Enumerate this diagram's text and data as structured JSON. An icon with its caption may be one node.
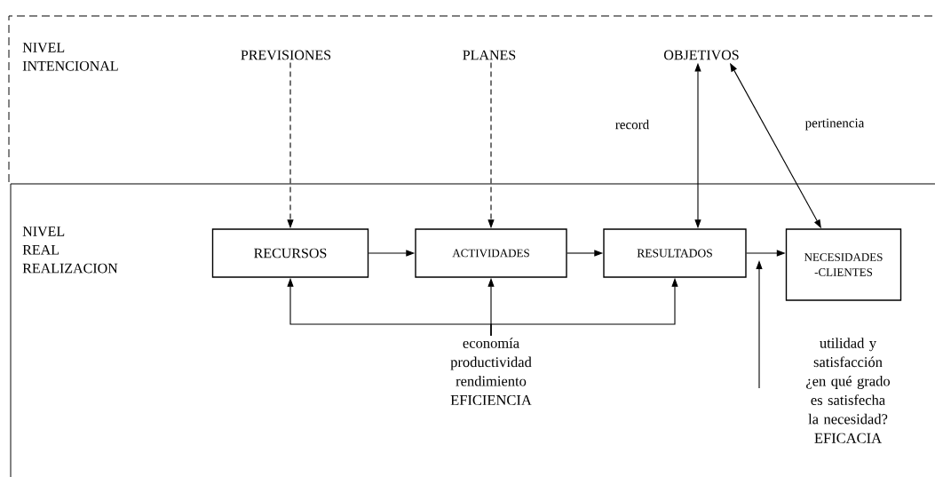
{
  "diagram": {
    "nodes": [
      {
        "text": [
          "NIVEL INTENCIONAL"
        ]
      },
      {
        "text": [
          "NIVEL REAL REALIZACION"
        ]
      },
      {
        "text": [
          "PREVISIONES"
        ],
        "in": 0
      },
      {
        "text": [
          "PLANES"
        ],
        "in": 0
      },
      {
        "text": [
          "OBJETIVOS"
        ],
        "in": 0
      },
      {
        "text": [
          "RECURSOS"
        ],
        "in": 1
      },
      {
        "text": [
          "ACTIVIDADES"
        ],
        "in": 1
      },
      {
        "text": [
          "RESULTADOS"
        ],
        "in": 1
      },
      {
        "text": [
          "NECESIDADES -CLIENTES"
        ],
        "in": 1
      },
      {
        "text": [
          "economía productividad rendimiento EFICIENCIA"
        ],
        "in": 1
      },
      {
        "text": [
          "utilidad y satisfacción ¿en qué grado es satisfecha la necesidad? EFICACIA"
        ],
        "in": 1
      }
    ],
    "edges": [
      {
        "from": 2,
        "to": 5,
        "arrow": "to",
        "style": "dashed"
      },
      {
        "from": 3,
        "to": 6,
        "arrow": "to",
        "style": "dashed"
      },
      {
        "from": 4,
        "to": 7,
        "arrow": "both",
        "label": "record"
      },
      {
        "from": 4,
        "to": 8,
        "arrow": "both",
        "label": "pertinencia"
      },
      {
        "from": 5,
        "to": 6,
        "arrow": "to"
      },
      {
        "from": 6,
        "to": 7,
        "arrow": "to"
      },
      {
        "from": 7,
        "to": 8,
        "arrow": "to"
      },
      {
        "from": 9,
        "to": 5,
        "arrow": "to"
      },
      {
        "from": 9,
        "to": 6,
        "arrow": "to"
      },
      {
        "from": 9,
        "to": 7,
        "arrow": "to"
      }
    ]
  }
}
